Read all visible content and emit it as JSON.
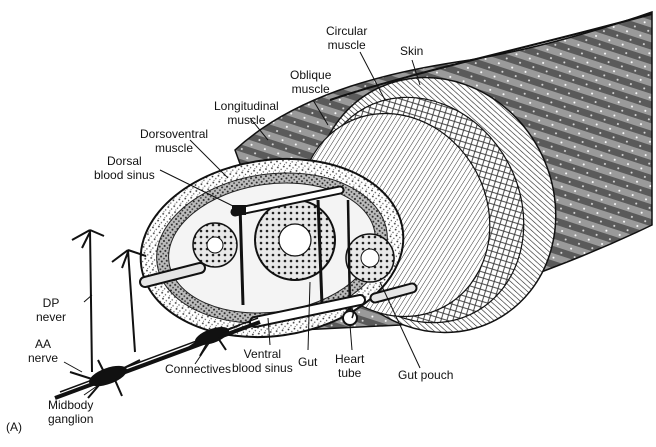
{
  "figure": {
    "panel_label": "(A)",
    "labels": {
      "circular_muscle": [
        "Circular",
        "muscle"
      ],
      "skin": "Skin",
      "oblique_muscle": [
        "Oblique",
        "muscle"
      ],
      "longitudinal_muscle": [
        "Longitudinal",
        "muscle"
      ],
      "dorsoventral_muscle": [
        "Dorsoventral",
        "muscle"
      ],
      "dorsal_blood_sinus": [
        "Dorsal",
        "blood sinus"
      ],
      "dp_nerve": [
        "DP",
        "never"
      ],
      "aa_nerve": [
        "AA",
        "nerve"
      ],
      "midbody_ganglion": [
        "Midbody",
        "ganglion"
      ],
      "connectives": "Connectives",
      "ventral_blood_sinus": [
        "Ventral",
        "blood sinus"
      ],
      "gut": "Gut",
      "heart_tube": [
        "Heart",
        "tube"
      ],
      "gut_pouch": "Gut pouch"
    }
  }
}
